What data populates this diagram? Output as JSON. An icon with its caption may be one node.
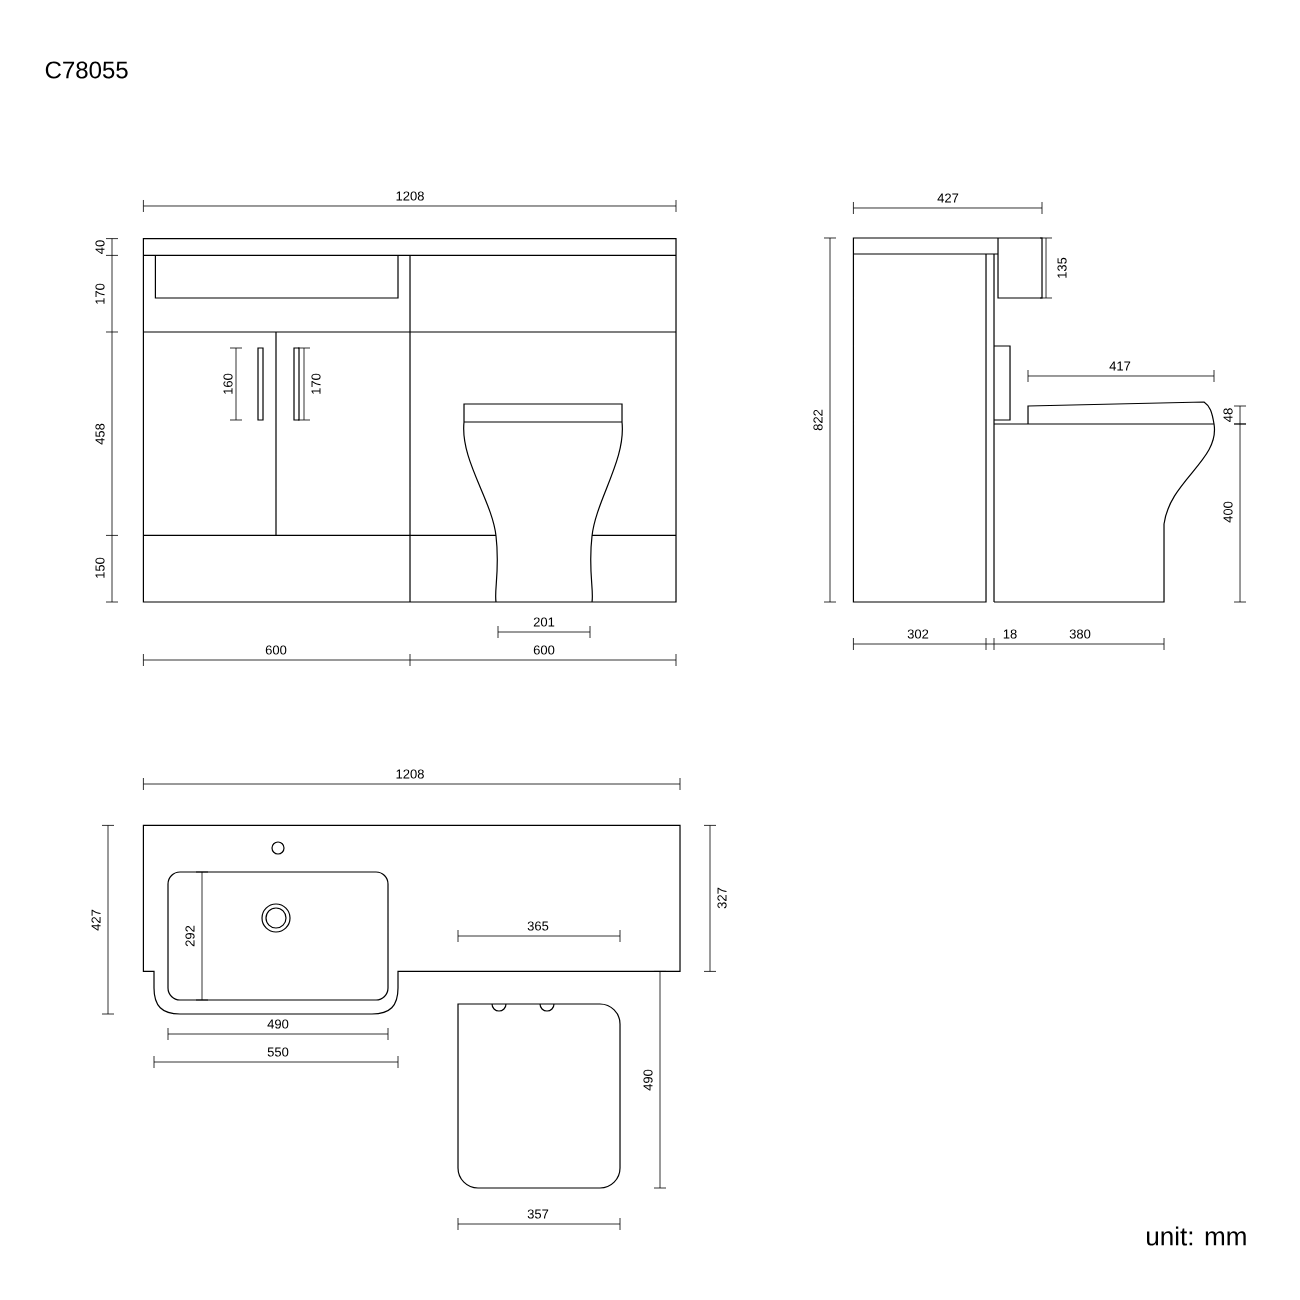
{
  "diagram": {
    "title": "C78055",
    "labels": [
      "1208",
      "40",
      "170",
      "160",
      "170",
      "458",
      "150",
      "201",
      "600",
      "600",
      "427",
      "135",
      "822",
      "417",
      "48",
      "400",
      "302",
      "18",
      "380",
      "1208",
      "427",
      "292",
      "327",
      "365",
      "490",
      "550",
      "490",
      "357",
      "unit: mm"
    ]
  }
}
